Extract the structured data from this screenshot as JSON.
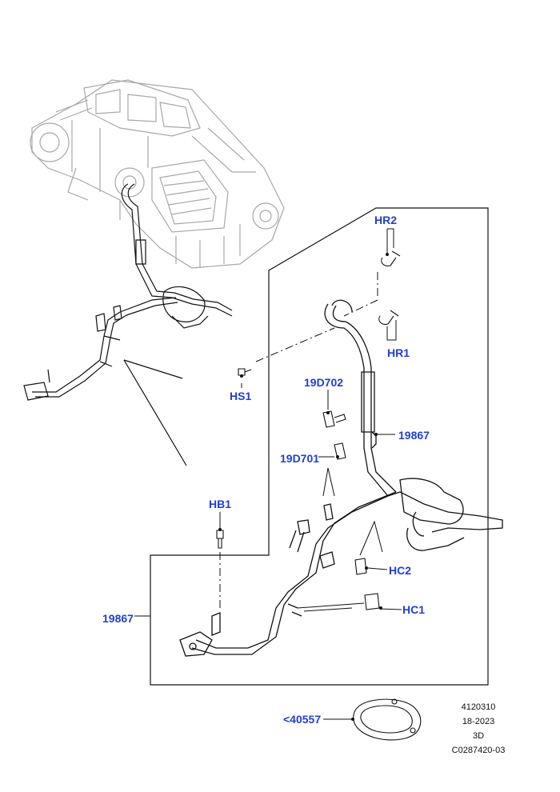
{
  "callouts": {
    "hr2": "HR2",
    "hr1": "HR1",
    "hs1": "HS1",
    "d19d702": "19D702",
    "d19867_right": "19867",
    "d19d701": "19D701",
    "hb1": "HB1",
    "hc2": "HC2",
    "d19867_left": "19867",
    "hc1": "HC1",
    "ref40557": "<40557"
  },
  "meta": {
    "code": "4120310",
    "date": "18-2023",
    "view": "3D",
    "image_ref": "C0287420-03"
  },
  "colors": {
    "callout": "#1f3fd6",
    "line": "#111111",
    "faint": "#9a9a9a"
  }
}
